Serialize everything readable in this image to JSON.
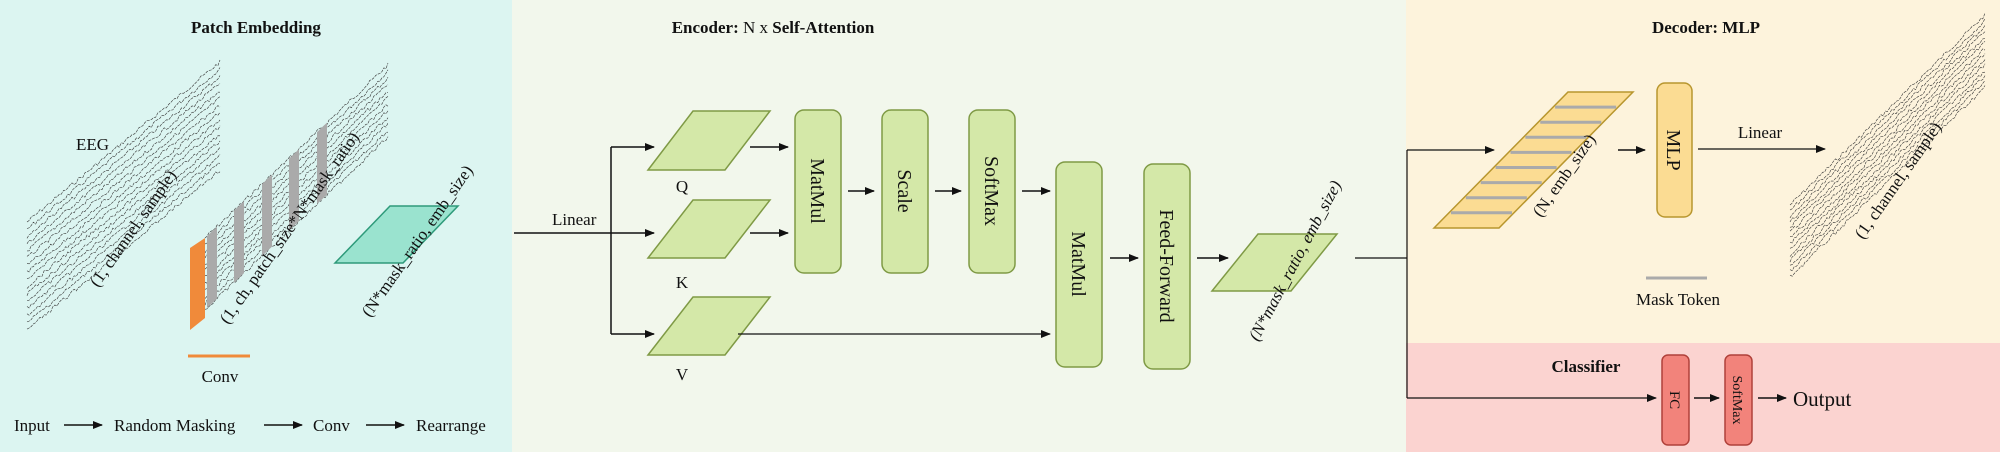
{
  "colors": {
    "patch_bg": "#dcf5f1",
    "encoder_bg": "#f2f7ec",
    "decoder_bg": "#fdf3dc",
    "classifier_bg": "#fbd3d0",
    "green_fill": "#d4e8a8",
    "green_stroke": "#7f9a45",
    "teal_fill": "#9ae3cf",
    "orange": "#f08a3a",
    "yellow_fill": "#fbdc93",
    "yellow_stroke": "#b8962e",
    "red_fill": "#f2837b",
    "red_stroke": "#b0413a",
    "mask_gray": "#aaaaaa"
  },
  "patch": {
    "title": "Patch Embedding",
    "eeg_label": "EEG",
    "eeg_shape": "(1, channel, sample)",
    "masked_shape": "(1, ch, patch_size*N*mask_ratio)",
    "emb_shape": "(N*mask_ratio, emb_size)",
    "conv_legend": "Conv",
    "flow": [
      "Input",
      "Random Masking",
      "Conv",
      "Rearrange"
    ]
  },
  "encoder": {
    "title_bold1": "Encoder:",
    "title_mid": " N x ",
    "title_bold2": "Self-Attention",
    "linear": "Linear",
    "q": "Q",
    "k": "K",
    "v": "V",
    "matmul1": "MatMul",
    "scale": "Scale",
    "softmax": "SoftMax",
    "matmul2": "MatMul",
    "feedforward": "Feed-Forward",
    "out_shape": "(N*mask_ratio, emb_size)"
  },
  "decoder": {
    "title": "Decoder: MLP",
    "in_shape": "(N, emb_size)",
    "mlp": "MLP",
    "linear": "Linear",
    "out_shape": "(1, channel, sample)",
    "mask_token": "Mask Token"
  },
  "classifier": {
    "title": "Classifier",
    "fc": "FC",
    "softmax": "SoftMax",
    "output": "Output"
  }
}
